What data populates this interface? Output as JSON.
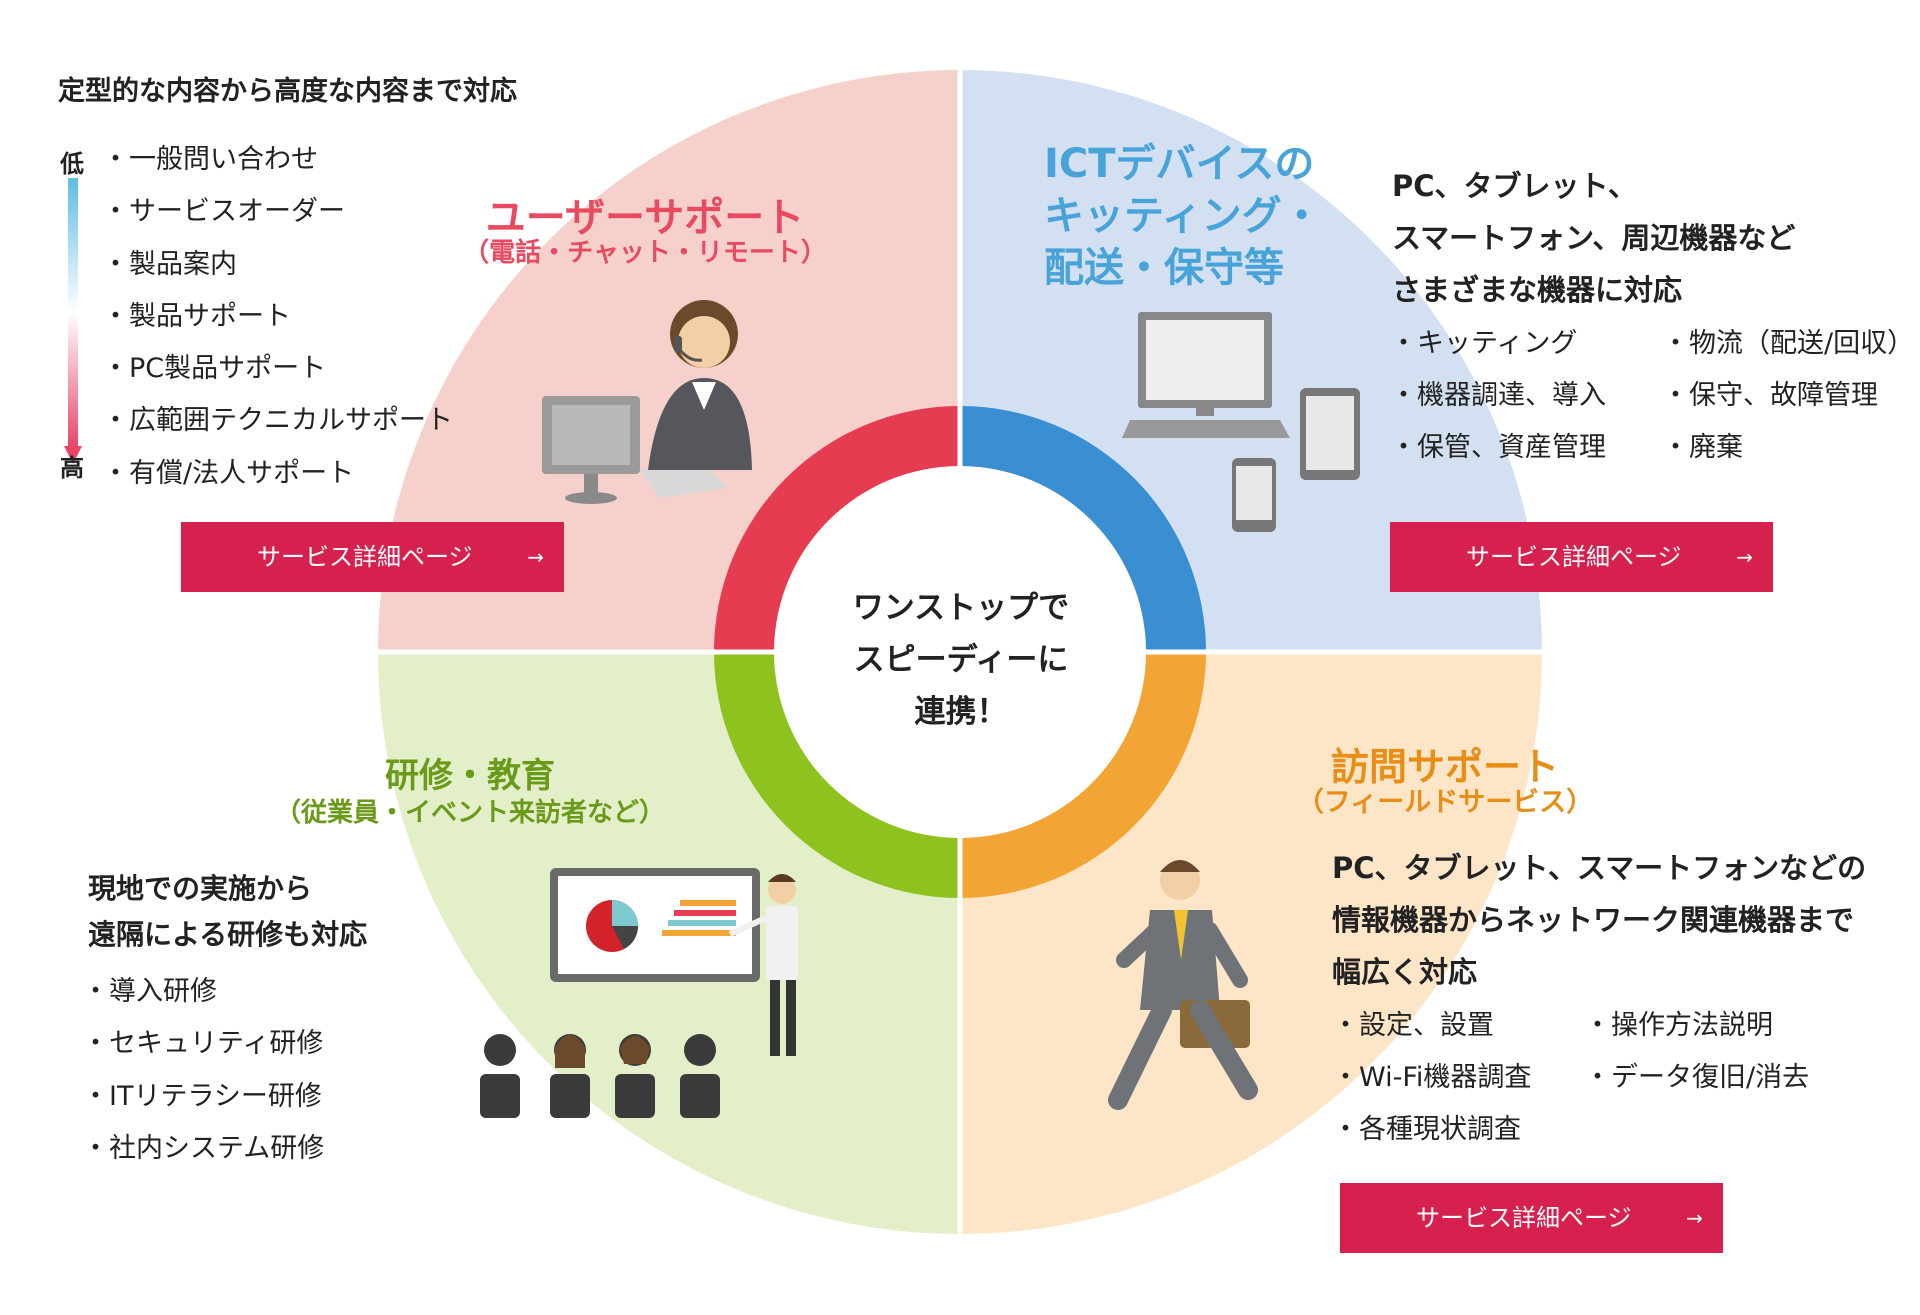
{
  "colors": {
    "quadrant_user_bg": "#f6d1cb",
    "quadrant_ict_bg": "#d2e0f1",
    "quadrant_training_bg": "#e3efc8",
    "quadrant_visit_bg": "#fde6c7",
    "ring_red": "#e63c52",
    "ring_blue": "#3a8fd2",
    "ring_green": "#8dc21f",
    "ring_orange": "#f2a535",
    "title_red": "#e84a61",
    "title_blue": "#47a3d8",
    "title_green": "#6a9a1a",
    "title_orange": "#e88e17",
    "button": "#d6214f"
  },
  "center": {
    "line1": "ワンストップで",
    "line2": "スピーディーに",
    "line3": "連携！"
  },
  "top_left_note": {
    "heading": "定型的な内容から高度な内容まで対応",
    "scale_low": "低",
    "scale_high": "高",
    "items": [
      "一般問い合わせ",
      "サービスオーダー",
      "製品案内",
      "製品サポート",
      "PC製品サポート",
      "広範囲テクニカルサポート",
      "有償/法人サポート"
    ]
  },
  "user_support": {
    "title": "ユーザーサポート",
    "subtitle": "（電話・チャット・リモート）",
    "button_label": "サービス詳細ページ",
    "button_arrow": "→",
    "icon": "operator-headset-icon"
  },
  "ict": {
    "title_line1": "ICTデバイスの",
    "title_line2": "キッティング・",
    "title_line3": "配送・保守等",
    "desc_line1": "PC、タブレット、",
    "desc_line2": "スマートフォン、周辺機器など",
    "desc_line3": "さまざまな機器に対応",
    "items_col1": [
      "キッティング",
      "機器調達、導入",
      "保管、資産管理"
    ],
    "items_col2": [
      "物流（配送/回収）",
      "保守、故障管理",
      "廃棄"
    ],
    "button_label": "サービス詳細ページ",
    "button_arrow": "→",
    "icon": "devices-icon"
  },
  "training": {
    "title": "研修・教育",
    "subtitle": "（従業員・イベント来訪者など）",
    "desc_line1": "現地での実施から",
    "desc_line2": "遠隔による研修も対応",
    "items": [
      "導入研修",
      "セキュリティ研修",
      "ITリテラシー研修",
      "社内システム研修"
    ],
    "icon": "presentation-icon"
  },
  "visit": {
    "title": "訪問サポート",
    "subtitle": "（フィールドサービス）",
    "desc_line1": "PC、タブレット、スマートフォンなどの",
    "desc_line2": "情報機器からネットワーク関連機器まで",
    "desc_line3": "幅広く対応",
    "items_col1": [
      "設定、設置",
      "Wi-Fi機器調査",
      "各種現状調査"
    ],
    "items_col2": [
      "操作方法説明",
      "データ復旧/消去"
    ],
    "button_label": "サービス詳細ページ",
    "button_arrow": "→",
    "icon": "running-businessman-icon"
  }
}
